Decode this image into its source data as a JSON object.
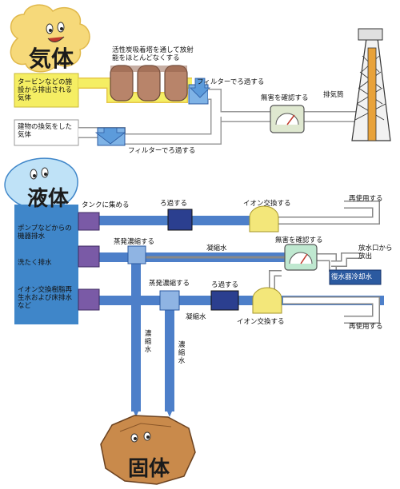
{
  "sections": {
    "gas": "気体",
    "liquid": "液体",
    "solid": "固体"
  },
  "gas": {
    "source_turbine": "タービンなどの施設から排出される気体",
    "source_building": "建物の換気をした気体",
    "charcoal_tower": "活性炭吸着塔を通して放射能をほとんどなくする",
    "filter": "フィルターでろ過する",
    "monitor": "無害を確認する",
    "stack": "排気筒"
  },
  "liquid": {
    "source_pump": "ポンプなどからの機器排水",
    "source_laundry": "洗たく排水",
    "source_resin": "イオン交換樹脂再生水および床排水など",
    "tank": "タンクに集める",
    "filtration": "ろ過する",
    "ion_exchange": "イオン交換する",
    "reuse": "再使用する",
    "evaporator": "蒸発濃縮する",
    "condensate": "凝縮水",
    "monitor": "無害を確認する",
    "discharge": "放水口から放出",
    "condenser_cooling": "復水器冷却水",
    "concentrate": "濃縮水"
  },
  "colors": {
    "gas_cloud": "#f6d97a",
    "gas_label_band": "#f5ee63",
    "liquid_band": "#3f86c9",
    "pipe_blue": "#4d7fc9",
    "tank_purple": "#7a5aa6",
    "filter_navy": "#2b3f8f",
    "ion_yellow": "#f3e77a",
    "solid_rock": "#c98a4b"
  }
}
